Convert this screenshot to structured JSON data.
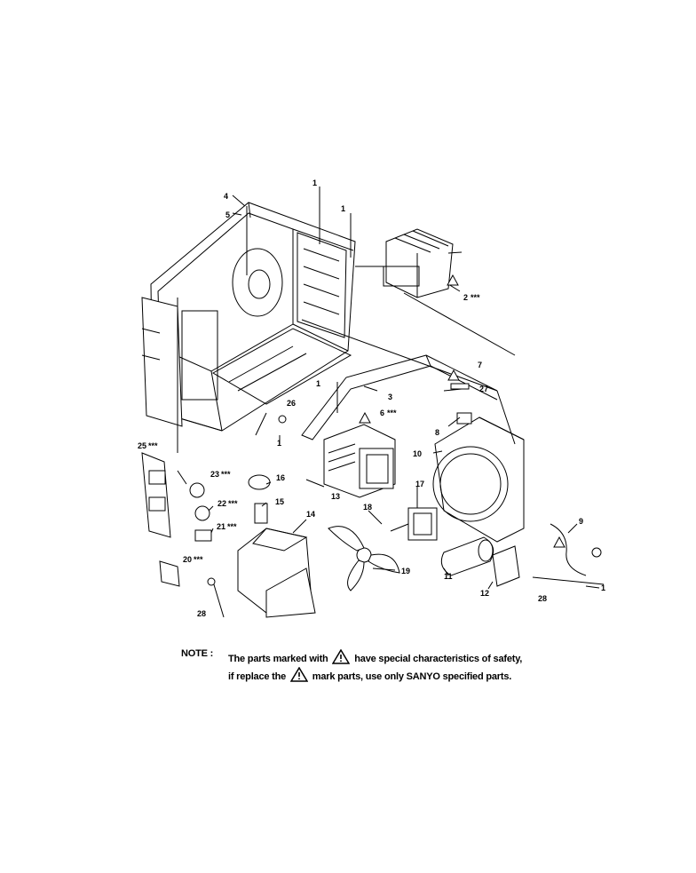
{
  "callouts": {
    "c1a": "1",
    "c1b": "1",
    "c1c": "1",
    "c1d": "1",
    "c1e": "1",
    "c2": "2",
    "c3": "3",
    "c4": "4",
    "c5": "5",
    "c6": "6",
    "c7": "7",
    "c8": "8",
    "c9": "9",
    "c10": "10",
    "c11": "11",
    "c12": "12",
    "c13": "13",
    "c14": "14",
    "c15": "15",
    "c16": "16",
    "c17": "17",
    "c18": "18",
    "c19": "19",
    "c20": "20",
    "c21": "21",
    "c22": "22",
    "c23": "23",
    "c25": "25",
    "c26": "26",
    "c27": "27",
    "c28a": "28",
    "c28b": "28",
    "stars": "***"
  },
  "note": {
    "label": "NOTE :",
    "line1_a": "The parts marked with",
    "line1_b": "have special characteristics of safety,",
    "line2_a": "if replace the",
    "line2_b": "mark parts, use only SANYO specified parts."
  },
  "icons": {
    "safety": "warning-triangle-icon"
  }
}
